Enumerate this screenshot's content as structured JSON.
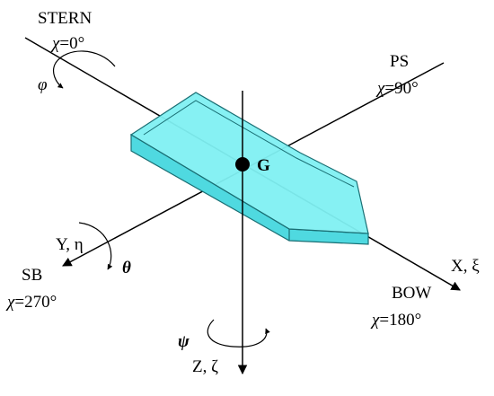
{
  "labels": {
    "stern": "STERN",
    "stern_angle_sym": "χ",
    "stern_angle_val": "=0°",
    "ps": "PS",
    "ps_angle_sym": "χ",
    "ps_angle_val": "=90°",
    "sb": "SB",
    "sb_angle_sym": "χ",
    "sb_angle_val": "=270°",
    "bow": "BOW",
    "bow_angle_sym": "χ",
    "bow_angle_val": "=180°",
    "center": "G",
    "x_axis": "X, ξ",
    "y_axis": "Y, η",
    "z_axis": "Z, ζ",
    "roll": "φ",
    "pitch": "θ",
    "yaw": "ψ"
  },
  "colors": {
    "hull_fill": "#5fe6ec",
    "hull_top": "#7ff0f2",
    "hull_edge": "#1a6f74",
    "axis": "#000000"
  }
}
